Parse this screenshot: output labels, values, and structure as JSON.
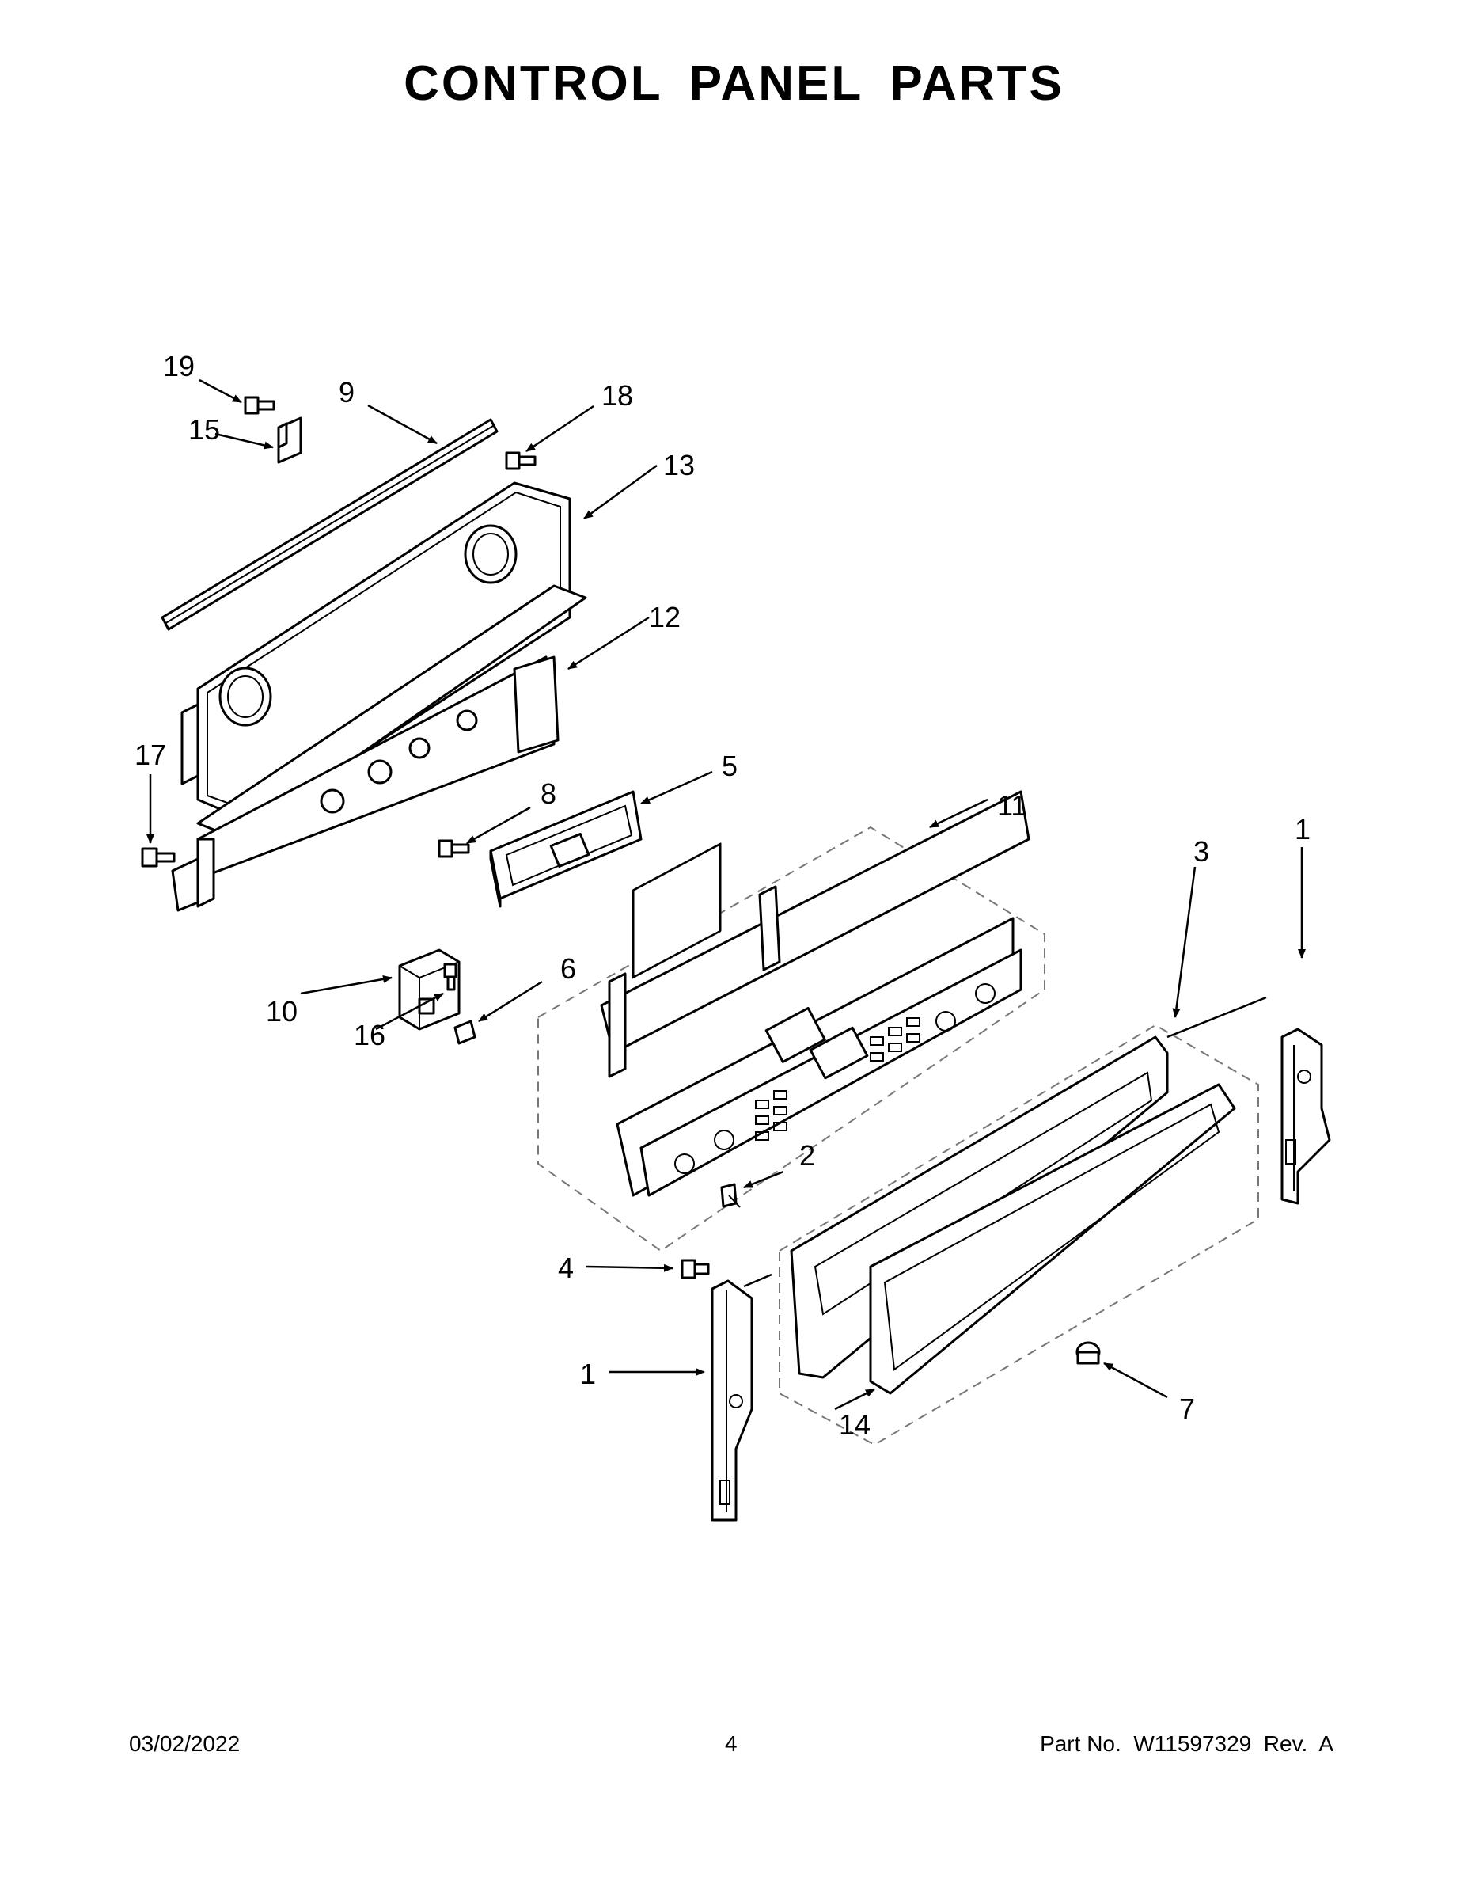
{
  "title": "CONTROL PANEL PARTS",
  "callouts": {
    "c1a": "1",
    "c1b": "1",
    "c2": "2",
    "c3": "3",
    "c4": "4",
    "c5": "5",
    "c6": "6",
    "c7": "7",
    "c8": "8",
    "c9": "9",
    "c10": "10",
    "c11": "11",
    "c12": "12",
    "c13": "13",
    "c14": "14",
    "c15": "15",
    "c16": "16",
    "c17": "17",
    "c18": "18",
    "c19": "19"
  },
  "footer": {
    "date": "03/02/2022",
    "page": "4",
    "part_no": "Part No.  W11597329  Rev.  A"
  }
}
